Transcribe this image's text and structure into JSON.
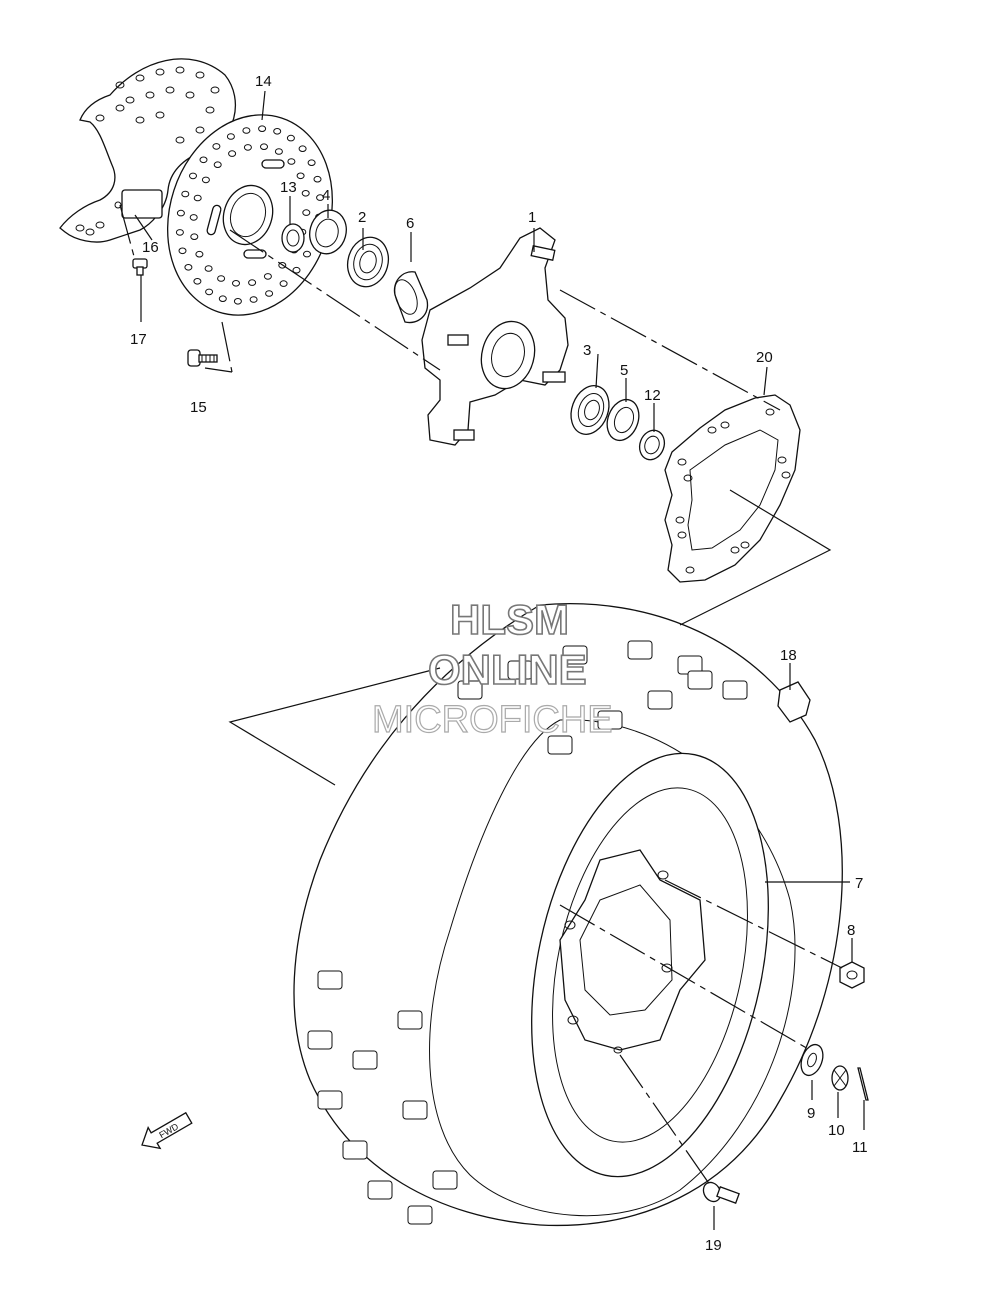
{
  "callouts": {
    "p1": "1",
    "p2": "2",
    "p3": "3",
    "p4": "4",
    "p5": "5",
    "p6": "6",
    "p7": "7",
    "p8": "8",
    "p9": "9",
    "p10": "10",
    "p11": "11",
    "p12": "12",
    "p13": "13",
    "p14": "14",
    "p15": "15",
    "p16": "16",
    "p17": "17",
    "p18": "18",
    "p19": "19",
    "p20": "20"
  },
  "watermark": {
    "line1": "HLSM",
    "line2": "ONLINE",
    "line3": "MICROFICHE"
  },
  "fwd_label": "FWD"
}
